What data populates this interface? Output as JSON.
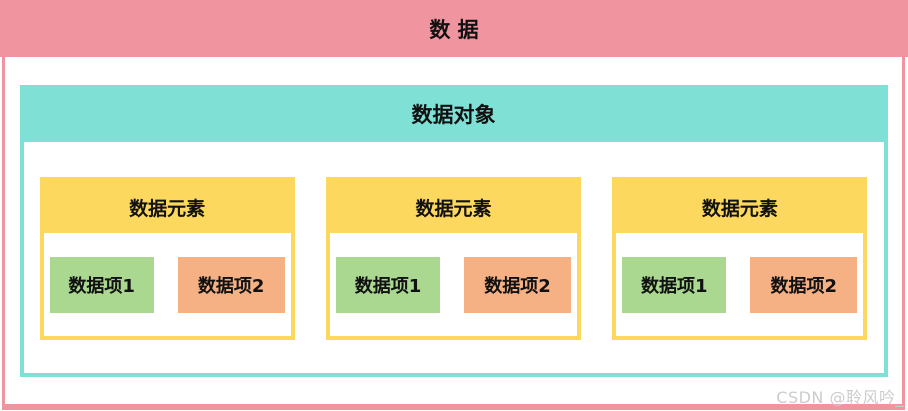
{
  "diagram": {
    "title": "数 据",
    "object": {
      "title": "数据对象",
      "elements": [
        {
          "title": "数据元素",
          "items": [
            {
              "label": "数据项1",
              "color": "#aad890"
            },
            {
              "label": "数据项2",
              "color": "#f5b183"
            }
          ]
        },
        {
          "title": "数据元素",
          "items": [
            {
              "label": "数据项1",
              "color": "#aad890"
            },
            {
              "label": "数据项2",
              "color": "#f5b183"
            }
          ]
        },
        {
          "title": "数据元素",
          "items": [
            {
              "label": "数据项1",
              "color": "#aad890"
            },
            {
              "label": "数据项2",
              "color": "#f5b183"
            }
          ]
        }
      ]
    },
    "colors": {
      "data_bar": "#f0949f",
      "data_object": "#7fe0d6",
      "data_element": "#fcd85e",
      "data_item_1": "#aad890",
      "data_item_2": "#f5b183"
    }
  },
  "watermark": "CSDN @聆风吟_"
}
